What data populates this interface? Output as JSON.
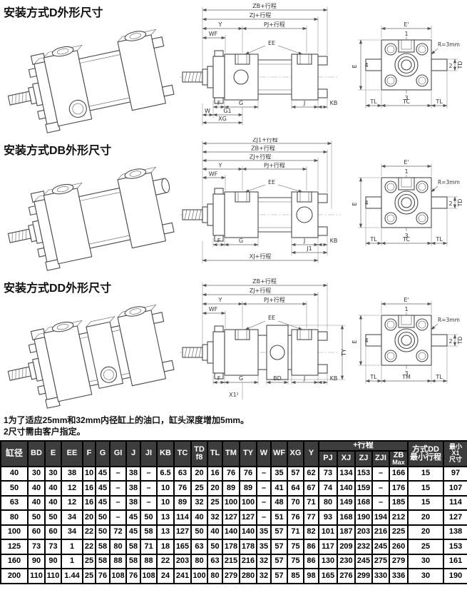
{
  "sections": [
    {
      "title": "安装方式D外形尺寸",
      "side": {
        "dim1": "ZB+行程",
        "dim2": "ZJ+行程",
        "dim3": "PJ+行程",
        "y": "Y",
        "wf": "WF",
        "ee": "EE",
        "f": "F",
        "g": "G",
        "j": "J",
        "kb": "KB",
        "w": "W",
        "g1": "G1",
        "xg": "XG"
      },
      "end": {
        "e1": "E'",
        "e": "E",
        "n1": "1",
        "n2": "2",
        "n3": "3",
        "n4": "4",
        "r": "R=3mm",
        "td": "TD",
        "tl_l": "TL",
        "tc": "TC",
        "tl_r": "TL"
      }
    },
    {
      "title": "安装方式DB外形尺寸",
      "side": {
        "dim0": "ZJ1+行程",
        "dim1": "ZB+行程",
        "dim2": "ZJ+行程",
        "dim3": "PJ+行程",
        "y": "Y",
        "wf": "WF",
        "ee": "EE",
        "f": "F",
        "g": "G",
        "j": "J",
        "kb": "KB",
        "j1": "J1",
        "xj": "XJ+行程"
      },
      "end": {
        "e1": "E'",
        "e": "E",
        "n1": "1",
        "n2": "2",
        "n3": "3",
        "n4": "4",
        "r": "R=3mm",
        "td": "TD",
        "tl_l": "TL",
        "tc": "TC",
        "tl_r": "TL"
      }
    },
    {
      "title": "安装方式DD外形尺寸",
      "side": {
        "dim1": "ZB+行程",
        "dim2": "ZJ+行程",
        "dim3": "PJ+行程",
        "y": "Y",
        "wf": "WF",
        "ee": "EE",
        "f": "F",
        "g": "G",
        "bd": "BD",
        "j": "J",
        "kb": "KB",
        "x1": "X1²",
        "ty": "TY"
      },
      "end": {
        "e1": "E'",
        "e": "E",
        "n1": "1",
        "n2": "2",
        "n3": "3",
        "n4": "4",
        "r": "R=3mm",
        "td": "TD",
        "tl_l": "TL",
        "tm": "TM",
        "tl_r": "TL"
      }
    }
  ],
  "notes": [
    "1为了适应25mm和32mm内径缸上的油口，缸头深度增加5mm。",
    "2尺寸需由客户指定。"
  ],
  "table": {
    "headers": {
      "bore": "缸径",
      "bd": "BD",
      "e": "E",
      "ee": "EE",
      "f": "F",
      "g": "G",
      "gi": "GI",
      "j": "J",
      "ji": "JI",
      "kb": "KB",
      "tc": "TC",
      "td_line1": "TD",
      "td_line2": "f8",
      "tl": "TL",
      "tm": "TM",
      "ty": "TY",
      "w": "W",
      "wf": "WF",
      "xg": "XG",
      "y": "Y",
      "stroke_group": "+行程",
      "pj": "PJ",
      "xj": "XJ",
      "zj": "ZJ",
      "zji": "ZJI",
      "zb_line1": "ZB",
      "zb_line2": "Max",
      "dd_line1": "方式DD",
      "dd_line2": "最小行程",
      "x1_line1": "最小",
      "x1_line2": "X1",
      "x1_line3": "尺寸"
    },
    "rows": [
      [
        "40",
        "30",
        "30",
        "38",
        "10",
        "45",
        "–",
        "38",
        "–",
        "6.5",
        "63",
        "20",
        "16",
        "76",
        "76",
        "–",
        "35",
        "57",
        "62",
        "73",
        "134",
        "153",
        "–",
        "166",
        "15",
        "97"
      ],
      [
        "50",
        "40",
        "40",
        "12",
        "16",
        "45",
        "–",
        "38",
        "–",
        "10",
        "76",
        "25",
        "20",
        "89",
        "89",
        "–",
        "41",
        "64",
        "67",
        "74",
        "140",
        "159",
        "–",
        "176",
        "15",
        "107"
      ],
      [
        "63",
        "40",
        "40",
        "12",
        "16",
        "45",
        "–",
        "38",
        "–",
        "10",
        "89",
        "32",
        "25",
        "100",
        "100",
        "–",
        "48",
        "70",
        "71",
        "80",
        "149",
        "168",
        "–",
        "185",
        "15",
        "114"
      ],
      [
        "80",
        "50",
        "50",
        "34",
        "20",
        "50",
        "–",
        "45",
        "50",
        "13",
        "114",
        "40",
        "32",
        "127",
        "127",
        "–",
        "51",
        "76",
        "77",
        "93",
        "168",
        "190",
        "194",
        "212",
        "20",
        "127"
      ],
      [
        "100",
        "60",
        "60",
        "34",
        "22",
        "50",
        "72",
        "45",
        "58",
        "13",
        "127",
        "50",
        "40",
        "140",
        "140",
        "35",
        "57",
        "71",
        "82",
        "101",
        "187",
        "203",
        "216",
        "225",
        "20",
        "138"
      ],
      [
        "125",
        "73",
        "73",
        "1",
        "22",
        "58",
        "80",
        "58",
        "71",
        "18",
        "165",
        "63",
        "50",
        "178",
        "178",
        "35",
        "57",
        "75",
        "86",
        "117",
        "209",
        "232",
        "245",
        "260",
        "25",
        "153"
      ],
      [
        "160",
        "90",
        "90",
        "1",
        "25",
        "58",
        "88",
        "58",
        "88",
        "22",
        "203",
        "80",
        "63",
        "215",
        "216",
        "32",
        "57",
        "75",
        "86",
        "130",
        "230",
        "245",
        "275",
        "279",
        "30",
        "161"
      ],
      [
        "200",
        "110",
        "110",
        "1.44",
        "25",
        "76",
        "108",
        "76",
        "108",
        "24",
        "241",
        "100",
        "80",
        "279",
        "280",
        "32",
        "57",
        "85",
        "98",
        "165",
        "276",
        "299",
        "330",
        "336",
        "30",
        "190"
      ]
    ]
  }
}
